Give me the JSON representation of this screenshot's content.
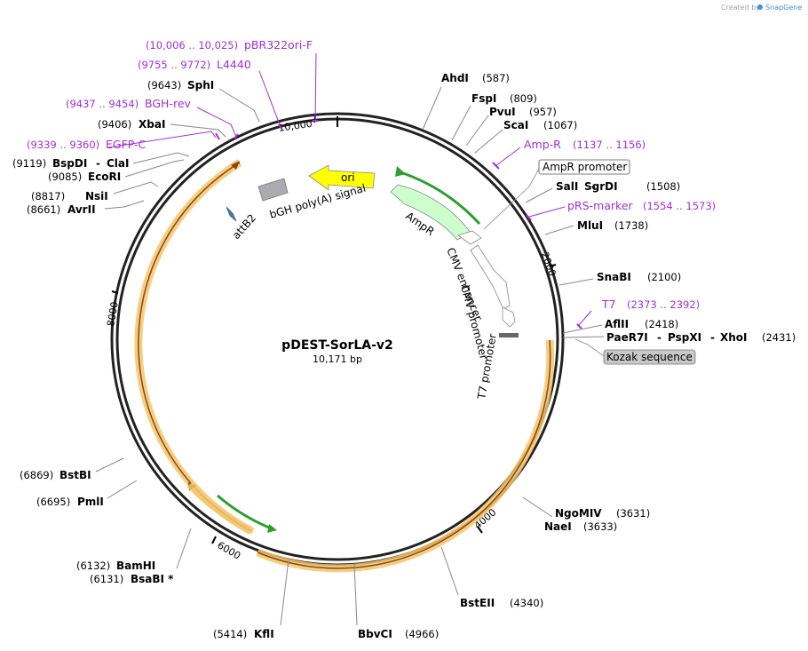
{
  "credit": {
    "prefix": "Created by",
    "brand": "SnapGene"
  },
  "plasmid": {
    "name": "pDEST-SorLA-v2",
    "size": "10,171 bp"
  },
  "ticks": {
    "t10000": "10,000",
    "t2000": "2000",
    "t4000": "4000",
    "t6000": "6000",
    "t8000": "8000"
  },
  "sites": [
    {
      "name": "AhdI",
      "pos": "(587)"
    },
    {
      "name": "FspI",
      "pos": "(809)"
    },
    {
      "name": "PvuI",
      "pos": "(957)"
    },
    {
      "name": "ScaI",
      "pos": "(1067)"
    },
    {
      "name": "SalI",
      "pos": "(1508)",
      "name2": "SgrDI"
    },
    {
      "name": "MluI",
      "pos": "(1738)"
    },
    {
      "name": "SnaBI",
      "pos": "(2100)"
    },
    {
      "name": "AflII",
      "pos": "(2418)"
    },
    {
      "name": "PaeR7I",
      "pos": "(2431)",
      "name2": "PspXI",
      "name3": "XhoI"
    },
    {
      "name": "NgoMIV",
      "pos": "(3631)"
    },
    {
      "name": "NaeI",
      "pos": "(3633)"
    },
    {
      "name": "BstEII",
      "pos": "(4340)"
    },
    {
      "name": "BbvCI",
      "pos": "(4966)"
    },
    {
      "name": "KflI",
      "pos": "(5414)"
    },
    {
      "name": "BsaBI *",
      "pos": "(6131)"
    },
    {
      "name": "BamHI",
      "pos": "(6132)"
    },
    {
      "name": "PmlI",
      "pos": "(6695)"
    },
    {
      "name": "BstBI",
      "pos": "(6869)"
    },
    {
      "name": "AvrII",
      "pos": "(8661)"
    },
    {
      "name": "NsiI",
      "pos": "(8817)"
    },
    {
      "name": "EcoRI",
      "pos": "(9085)"
    },
    {
      "name": "BspDI",
      "pos": "(9119)",
      "name2": "ClaI"
    },
    {
      "name": "XbaI",
      "pos": "(9406)"
    },
    {
      "name": "SphI",
      "pos": "(9643)"
    }
  ],
  "primers": [
    {
      "name": "pBR322ori-F",
      "pos": "(10,006 .. 10,025)"
    },
    {
      "name": "L4440",
      "pos": "(9755 .. 9772)"
    },
    {
      "name": "BGH-rev",
      "pos": "(9437 .. 9454)"
    },
    {
      "name": "EGFP-C",
      "pos": "(9339 .. 9360)"
    },
    {
      "name": "Amp-R",
      "pos": "(1137 .. 1156)"
    },
    {
      "name": "pRS-marker",
      "pos": "(1554 .. 1573)"
    },
    {
      "name": "T7",
      "pos": "(2373 .. 2392)"
    }
  ],
  "features": {
    "ori": "ori",
    "bgh": "bGH poly(A) signal",
    "attb2": "attB2",
    "ampr": "AmpR",
    "ampr_promoter": "AmpR promoter",
    "cmv_enhancer": "CMV enhancer",
    "cmv_promoter": "CMV promoter",
    "t7_promoter": "T7 promoter",
    "kozak": "Kozak sequence"
  },
  "colors": {
    "ring": "#222222",
    "primer": "#a030d0",
    "ori": "#ffff00",
    "ampr": "#ccffcc",
    "orf": "#f5c56b",
    "orf_line": "#8b4513",
    "green_arrow": "#2e9e2e"
  }
}
